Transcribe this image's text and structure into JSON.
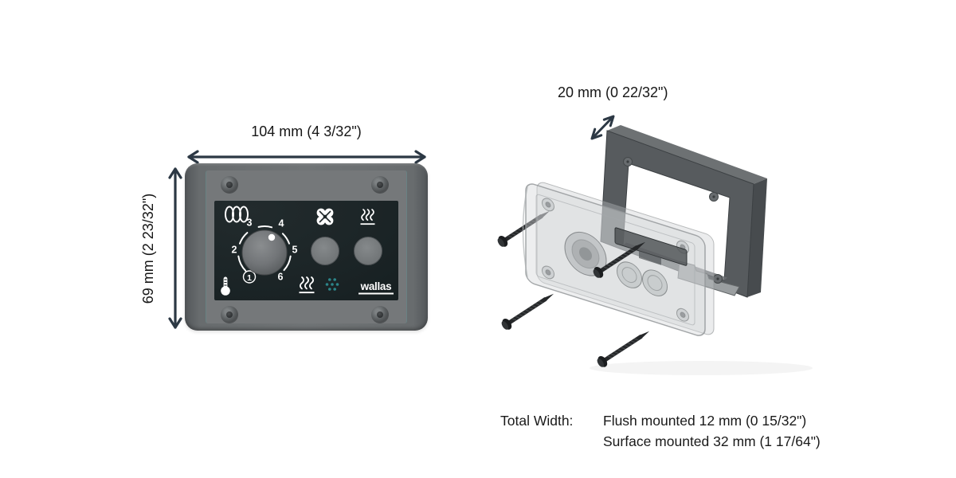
{
  "front_view": {
    "width_label": "104 mm (4 3/32\")",
    "height_label": "69 mm (2 23/32\")",
    "dial": {
      "n1": "1",
      "n2": "2",
      "n3": "3",
      "n4": "4",
      "n5": "5",
      "n6": "6"
    },
    "brand_logo": "wallas"
  },
  "exploded_view": {
    "depth_label": "20 mm (0 22/32\")"
  },
  "footer": {
    "label": "Total Width:",
    "flush_line": "Flush mounted 12 mm (0 15/32\")",
    "surface_line": "Surface mounted 32 mm (1 17/64\")"
  },
  "colors": {
    "arrow": "#2c3844",
    "accent_teal": "#2c8589",
    "panel_face": "#1d2628",
    "bezel_gray": "#6b6f71",
    "frame_gray": "#575b5e",
    "screw_black": "#26282a"
  }
}
